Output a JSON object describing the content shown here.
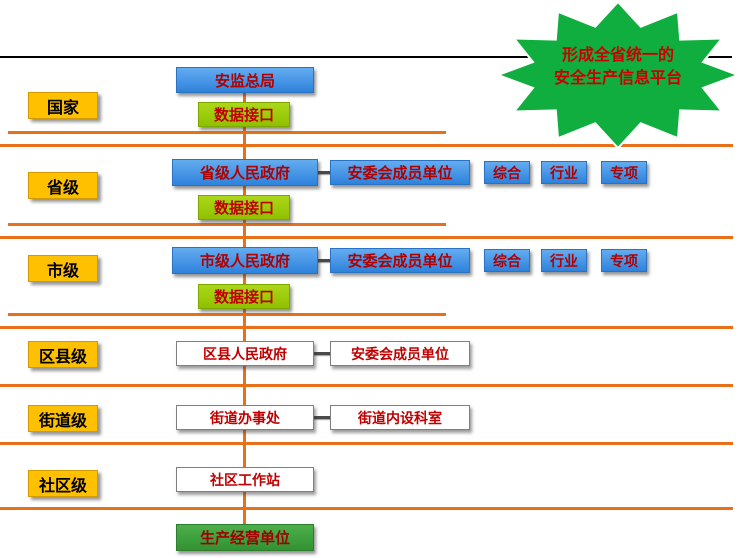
{
  "banner": {
    "line1": "形成全省统一的",
    "line2": "安全生产信息平台"
  },
  "rows": [
    {
      "level": "国家",
      "center": "安监总局",
      "interface": "数据接口"
    },
    {
      "level": "省级",
      "center": "省级人民政府",
      "interface": "数据接口",
      "committee": "安委会成员单位",
      "tags": [
        "综合",
        "行业",
        "专项"
      ]
    },
    {
      "level": "市级",
      "center": "市级人民政府",
      "interface": "数据接口",
      "committee": "安委会成员单位",
      "tags": [
        "综合",
        "行业",
        "专项"
      ]
    },
    {
      "level": "区县级",
      "center": "区县人民政府",
      "committee": "安委会成员单位"
    },
    {
      "level": "街道级",
      "center": "街道办事处",
      "committee": "街道内设科室"
    },
    {
      "level": "社区级",
      "center": "社区工作站"
    }
  ],
  "bottom": {
    "label": "生产经营单位"
  },
  "colors": {
    "node_blue": "#3F97E8",
    "interface_green": "#99CC00",
    "level_yellow": "#FFC000",
    "bottom_green": "#3BA139",
    "starburst_green": "#0FAE3E",
    "text_red": "#C00000",
    "divider_orange": "#E8701A"
  }
}
